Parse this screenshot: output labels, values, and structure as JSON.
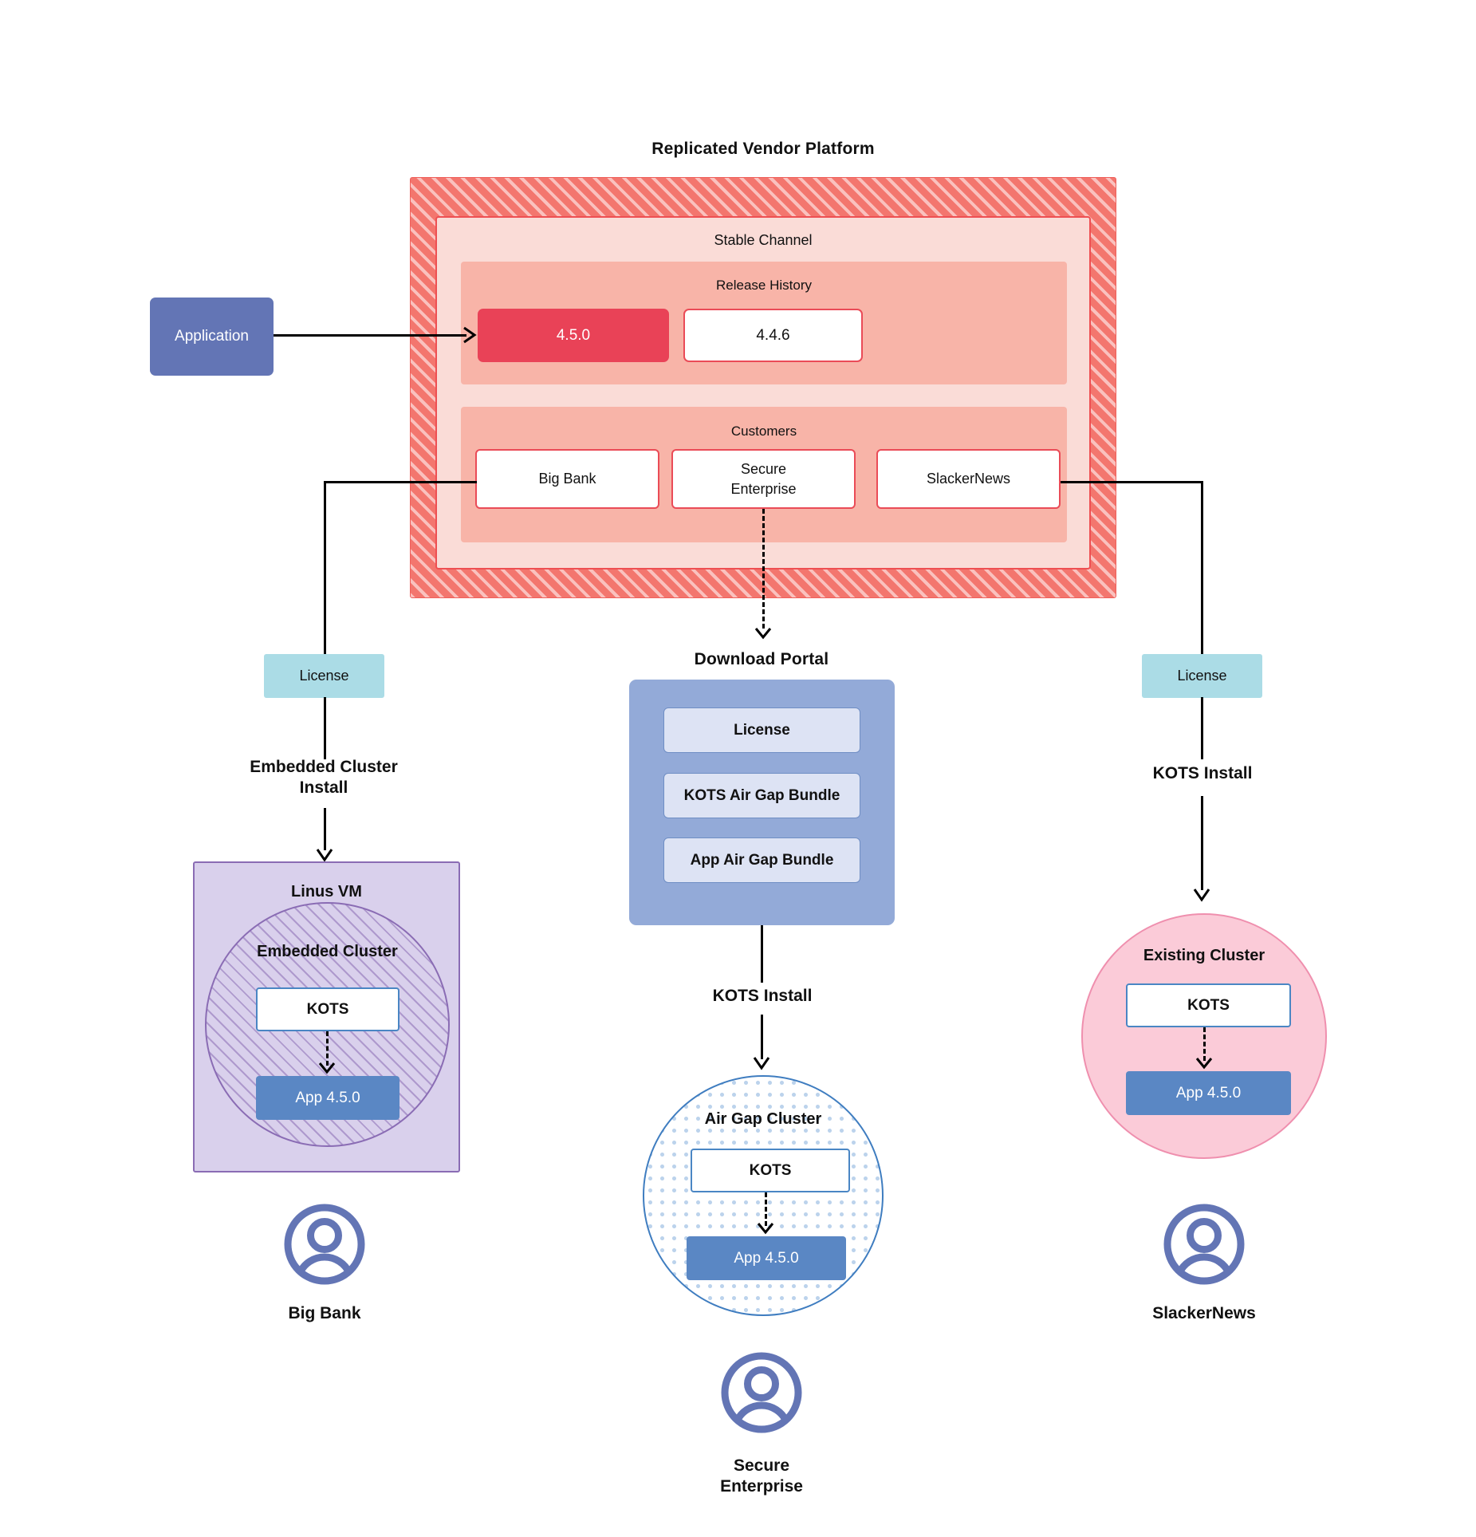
{
  "diagram": {
    "title": "Replicated Vendor Platform",
    "application_label": "Application",
    "channel": {
      "name": "Stable Channel",
      "release_history": {
        "title": "Release History",
        "releases": [
          {
            "version": "4.5.0",
            "state": "active"
          },
          {
            "version": "4.4.6",
            "state": "previous"
          }
        ]
      },
      "customers": {
        "title": "Customers",
        "items": [
          {
            "name": "Big Bank"
          },
          {
            "name": "Secure\nEnterprise"
          },
          {
            "name": "SlackerNews"
          }
        ]
      }
    },
    "download_portal": {
      "title": "Download  Portal",
      "items": [
        {
          "label": "License"
        },
        {
          "label": "KOTS Air Gap Bundle"
        },
        {
          "label": "App Air Gap Bundle"
        }
      ]
    },
    "paths": {
      "left": {
        "license_label": "License",
        "install_label": "Embedded Cluster\nInstall",
        "install_label_line1": "Embedded Cluster",
        "install_label_line2": "Install",
        "host": {
          "title": "Linus VM",
          "cluster_title": "Embedded Cluster",
          "kots_label": "KOTS",
          "app_label": "App 4.5.0"
        },
        "customer_label": "Big Bank"
      },
      "center": {
        "install_label": "KOTS Install",
        "cluster": {
          "title": "Air Gap Cluster",
          "kots_label": "KOTS",
          "app_label": "App 4.5.0"
        },
        "customer_label_line1": "Secure",
        "customer_label_line2": "Enterprise"
      },
      "right": {
        "license_label": "License",
        "install_label": "KOTS Install",
        "cluster": {
          "title": "Existing Cluster",
          "kots_label": "KOTS",
          "app_label": "App 4.5.0"
        },
        "customer_label": "SlackerNews"
      }
    },
    "colors": {
      "platform_hatch": "#f3766e",
      "channel_bg": "#fadcd7",
      "release_bg": "#f8b4a8",
      "release_active": "#e94257",
      "application": "#6375b5",
      "license": "#abdce6",
      "portal": "#93aad8",
      "portal_item": "#dde3f4",
      "vm": "#d9d0ec",
      "vm_border": "#8a6cb4",
      "airgap_border": "#3f7dc0",
      "existing_cluster": "#fbcbd8",
      "existing_border": "#ef8fae",
      "app_version": "#5a87c4",
      "kots_border": "#4a86c4",
      "avatar": "#6375b5"
    }
  }
}
